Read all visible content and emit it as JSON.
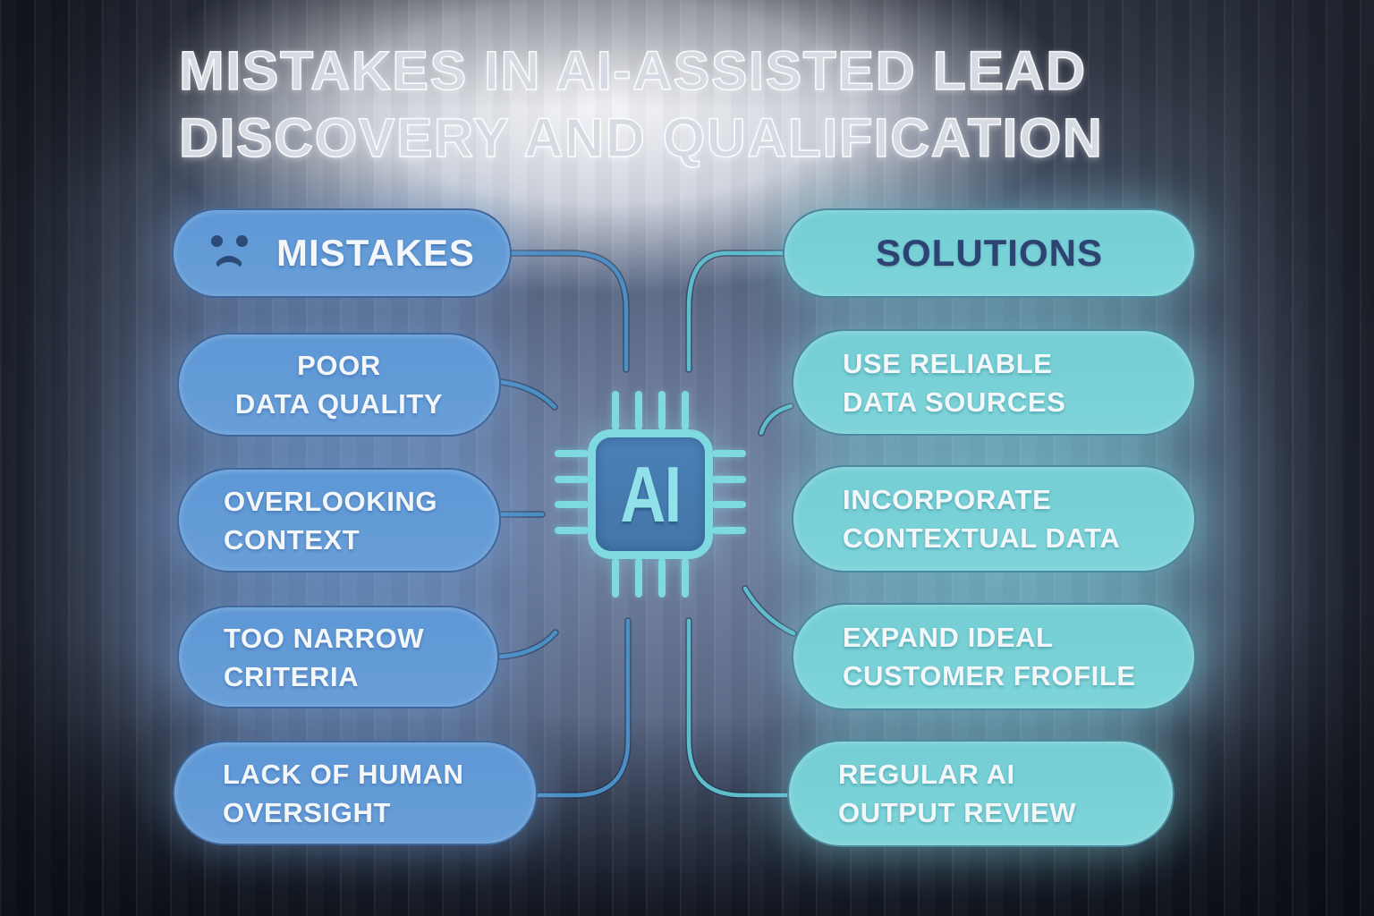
{
  "title": {
    "line1": "MISTAKES IN AI-ASSISTED LEAD",
    "line2": "DISCOVERY AND QUALIFICATION"
  },
  "mistakes": {
    "header": "MISTAKES",
    "icon": "sad-face",
    "items": [
      {
        "line1": "POOR",
        "line2": "DATA QUALITY"
      },
      {
        "line1": "OVERLOOKING",
        "line2": "CONTEXT"
      },
      {
        "line1": "TOO NARROW",
        "line2": "CRITERIA"
      },
      {
        "line1": "LACK OF HUMAN",
        "line2": "OVERSIGHT"
      }
    ]
  },
  "solutions": {
    "header": "SOLUTIONS",
    "items": [
      {
        "line1": "USE RELIABLE",
        "line2": "DATA SOURCES"
      },
      {
        "line1": "INCORPORATE",
        "line2": "CONTEXTUAL DATA"
      },
      {
        "line1": "EXPAND IDEAL",
        "line2": "CUSTOMER FROFILE"
      },
      {
        "line1": "REGULAR AI",
        "line2": "OUTPUT REVIEW"
      }
    ]
  },
  "chip": {
    "label": "AI"
  },
  "colors": {
    "mistake_pill": "#5f99d6",
    "solution_pill": "#76d0d6",
    "solutions_text": "#2d4372",
    "title_text": "#d6dae2",
    "chip_fill": "#4a81b6",
    "chip_accent": "#7edae0",
    "connector_left": "#4b8fc5",
    "connector_right": "#5fbccb"
  }
}
